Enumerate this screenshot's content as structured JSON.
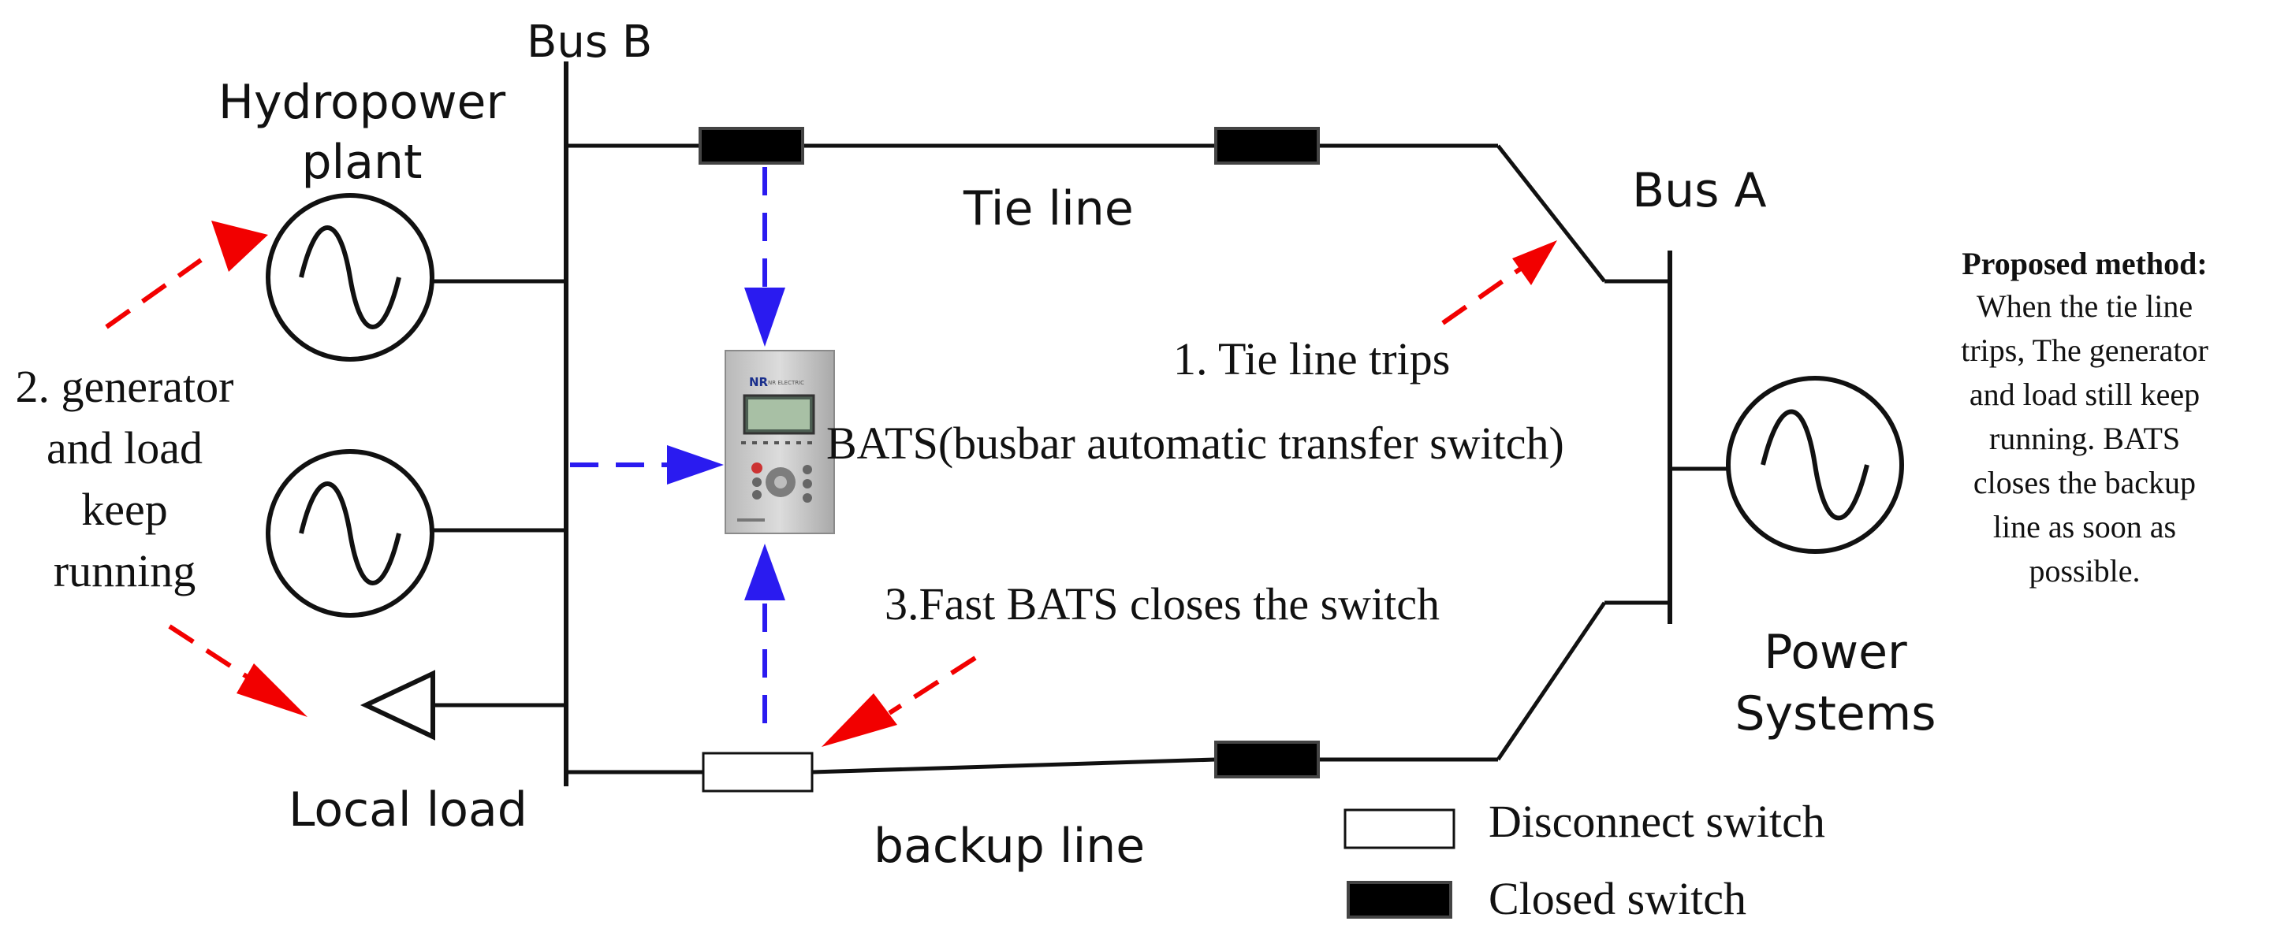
{
  "labels": {
    "bus_b": "Bus B",
    "bus_a": "Bus A",
    "hydro_line1": "Hydropower",
    "hydro_line2": "plant",
    "tie_line": "Tie line",
    "backup_line": "backup line",
    "local_load": "Local load",
    "power_line1": "Power",
    "power_line2": "Systems",
    "bats": "BATS(busbar automatic transfer switch)",
    "step1": "1. Tie line trips",
    "step2_line1": "2. generator",
    "step2_line2": "and load",
    "step2_line3": "keep",
    "step2_line4": "running",
    "step3": "3.Fast BATS closes the switch"
  },
  "method": {
    "title": "Proposed method:",
    "lines": [
      "When the tie line",
      "trips, The generator",
      "and load still keep",
      "running. BATS",
      "closes the  backup",
      "line  as soon as",
      "possible."
    ]
  },
  "legend": {
    "disconnect": "Disconnect switch",
    "closed": "Closed switch"
  },
  "device": {
    "logo": "NR",
    "brand": "NR ELECTRIC"
  },
  "colors": {
    "line": "#111111",
    "closed_switch": "#000000",
    "red_arrow": "#f20000",
    "blue_arrow": "#2a1bf0"
  },
  "icons": {
    "generator": "generator-icon",
    "load": "load-triangle-icon",
    "device": "bats-device-icon"
  }
}
